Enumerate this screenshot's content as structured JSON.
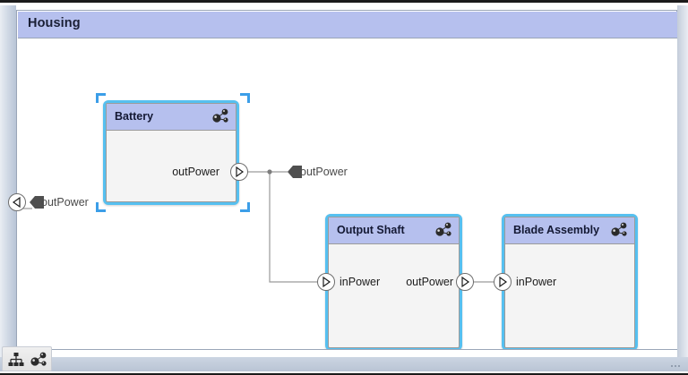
{
  "window": {
    "housing": {
      "title": "Housing"
    }
  },
  "colors": {
    "header_blue": "#b6c0ee",
    "block_border_blue": "#56c0f0",
    "selection_blue": "#3c9ee8",
    "block_body": "#f4f4f4",
    "wire": "#9a9a9a",
    "frame": "#1b1b1b"
  },
  "blocks": [
    {
      "name": "Battery",
      "selected": true,
      "ports": [
        {
          "id": "battery-outpower",
          "label": "outPower",
          "direction": "out",
          "side": "right"
        }
      ]
    },
    {
      "name": "Output Shaft",
      "selected": false,
      "ports": [
        {
          "id": "shaft-inpower",
          "label": "inPower",
          "direction": "in",
          "side": "left"
        },
        {
          "id": "shaft-outpower",
          "label": "outPower",
          "direction": "out",
          "side": "right"
        }
      ]
    },
    {
      "name": "Blade Assembly",
      "selected": false,
      "ports": [
        {
          "id": "blade-inpower",
          "label": "inPower",
          "direction": "in",
          "side": "left"
        }
      ]
    }
  ],
  "proxy_ports": [
    {
      "id": "housing-outpower",
      "label": "outPower",
      "location": "housing-left-border"
    },
    {
      "id": "battery-proxy-outpower",
      "label": "outPower",
      "location": "canvas-near-battery"
    }
  ],
  "icons": {
    "block_header": "spheres-composition-icon",
    "tray_left": "hierarchy-tree-icon",
    "tray_right": "spheres-composition-icon"
  }
}
